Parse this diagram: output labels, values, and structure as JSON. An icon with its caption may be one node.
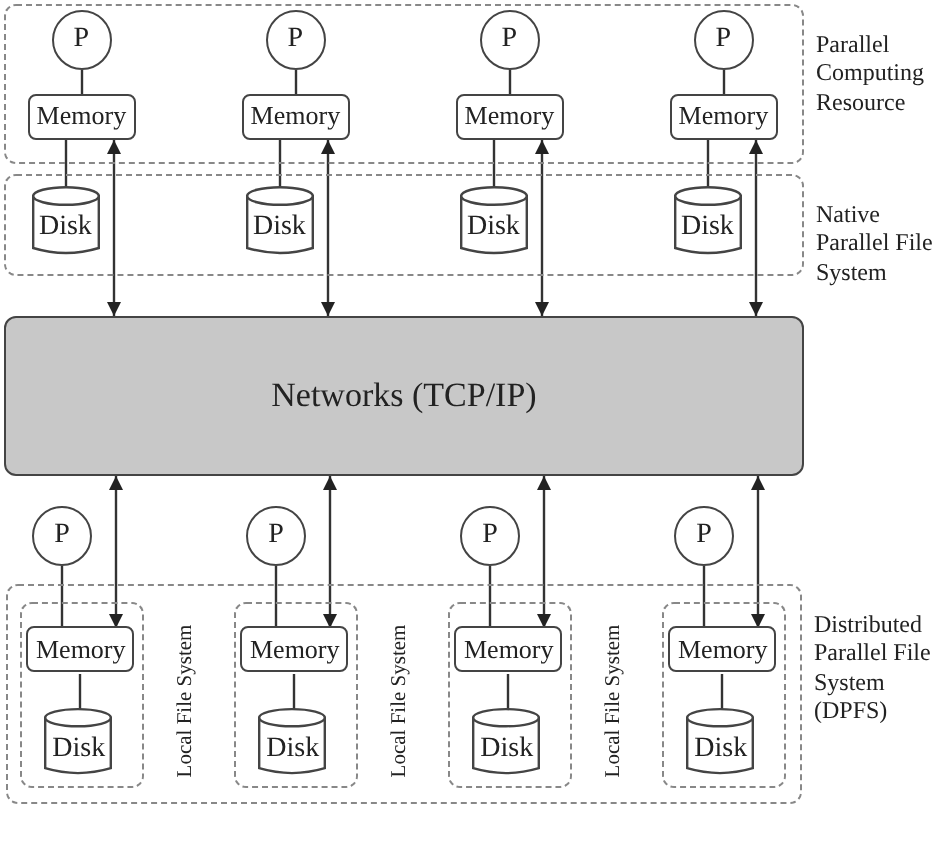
{
  "diagram": {
    "nodes": [
      {
        "text": [
          "Parallel Computing Resource"
        ]
      },
      {
        "text": [
          "P"
        ],
        "in": 0
      },
      {
        "text": [
          "P"
        ],
        "in": 0
      },
      {
        "text": [
          "P"
        ],
        "in": 0
      },
      {
        "text": [
          "P"
        ],
        "in": 0
      },
      {
        "text": [
          "Memory"
        ],
        "in": 0
      },
      {
        "text": [
          "Memory"
        ],
        "in": 0
      },
      {
        "text": [
          "Memory"
        ],
        "in": 0
      },
      {
        "text": [
          "Memory"
        ],
        "in": 0
      },
      {
        "text": [
          "Native Parallel File System"
        ]
      },
      {
        "text": [
          "Disk"
        ],
        "in": 9
      },
      {
        "text": [
          "Disk"
        ],
        "in": 9
      },
      {
        "text": [
          "Disk"
        ],
        "in": 9
      },
      {
        "text": [
          "Disk"
        ],
        "in": 9
      },
      {
        "text": [
          "Networks (TCP/IP)"
        ]
      },
      {
        "text": [
          "P"
        ]
      },
      {
        "text": [
          "P"
        ]
      },
      {
        "text": [
          "P"
        ]
      },
      {
        "text": [
          "P"
        ]
      },
      {
        "text": [
          "Distributed Parallel File System (DPFS)"
        ]
      },
      {
        "text": [],
        "shape": "box",
        "in": 19
      },
      {
        "text": [],
        "shape": "box",
        "in": 19
      },
      {
        "text": [],
        "shape": "box",
        "in": 19
      },
      {
        "text": [],
        "shape": "box",
        "in": 19
      },
      {
        "text": [
          "Memory"
        ],
        "in": 20
      },
      {
        "text": [
          "Memory"
        ],
        "in": 21
      },
      {
        "text": [
          "Memory"
        ],
        "in": 22
      },
      {
        "text": [
          "Memory"
        ],
        "in": 23
      },
      {
        "text": [
          "Disk"
        ],
        "in": 20
      },
      {
        "text": [
          "Disk"
        ],
        "in": 21
      },
      {
        "text": [
          "Disk"
        ],
        "in": 22
      },
      {
        "text": [
          "Disk"
        ],
        "in": 23
      }
    ],
    "edges": [
      {
        "from": 1,
        "to": 5,
        "arrow": "none"
      },
      {
        "from": 2,
        "to": 6,
        "arrow": "none"
      },
      {
        "from": 3,
        "to": 7,
        "arrow": "none"
      },
      {
        "from": 4,
        "to": 8,
        "arrow": "none"
      },
      {
        "from": 5,
        "to": 10,
        "arrow": "none"
      },
      {
        "from": 6,
        "to": 11,
        "arrow": "none"
      },
      {
        "from": 7,
        "to": 12,
        "arrow": "none"
      },
      {
        "from": 8,
        "to": 13,
        "arrow": "none"
      },
      {
        "from": 14,
        "to": 5,
        "arrow": "both"
      },
      {
        "from": 14,
        "to": 6,
        "arrow": "both"
      },
      {
        "from": 14,
        "to": 7,
        "arrow": "both"
      },
      {
        "from": 14,
        "to": 8,
        "arrow": "both"
      },
      {
        "from": 14,
        "to": 24,
        "arrow": "both"
      },
      {
        "from": 14,
        "to": 25,
        "arrow": "both"
      },
      {
        "from": 14,
        "to": 26,
        "arrow": "both"
      },
      {
        "from": 14,
        "to": 27,
        "arrow": "both"
      },
      {
        "from": 15,
        "to": 24,
        "arrow": "none"
      },
      {
        "from": 16,
        "to": 25,
        "arrow": "none"
      },
      {
        "from": 17,
        "to": 26,
        "arrow": "none"
      },
      {
        "from": 18,
        "to": 27,
        "arrow": "none"
      },
      {
        "from": 24,
        "to": 28,
        "arrow": "none"
      },
      {
        "from": 25,
        "to": 29,
        "arrow": "none"
      },
      {
        "from": 26,
        "to": 30,
        "arrow": "none"
      },
      {
        "from": 27,
        "to": 31,
        "arrow": "none"
      }
    ],
    "labels": [
      "Local File System",
      "Local File System",
      "Local File System"
    ]
  }
}
